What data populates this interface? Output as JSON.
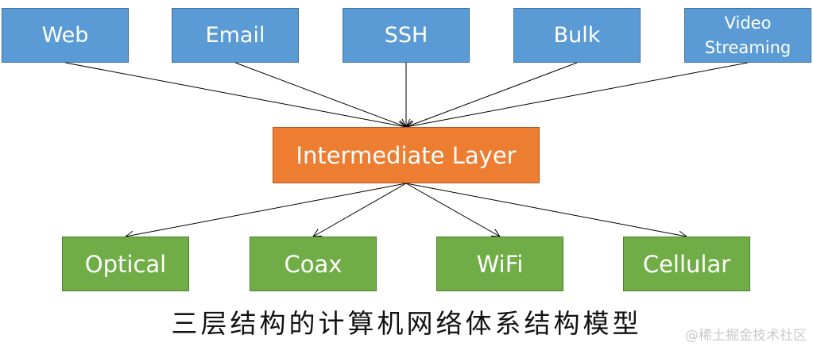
{
  "top_nodes": [
    {
      "label": "Web"
    },
    {
      "label": "Email"
    },
    {
      "label": "SSH"
    },
    {
      "label": "Bulk"
    },
    {
      "label": "Video\nStreaming"
    }
  ],
  "middle_node": {
    "label": "Intermediate Layer"
  },
  "bottom_nodes": [
    {
      "label": "Optical"
    },
    {
      "label": "Coax"
    },
    {
      "label": "WiFi"
    },
    {
      "label": "Cellular"
    }
  ],
  "caption": "三层结构的计算机网络体系结构模型",
  "watermark": "@稀土掘金技术社区",
  "colors": {
    "top_fill": "#5b9bd5",
    "middle_fill": "#ed7d31",
    "bottom_fill": "#70ad47"
  }
}
